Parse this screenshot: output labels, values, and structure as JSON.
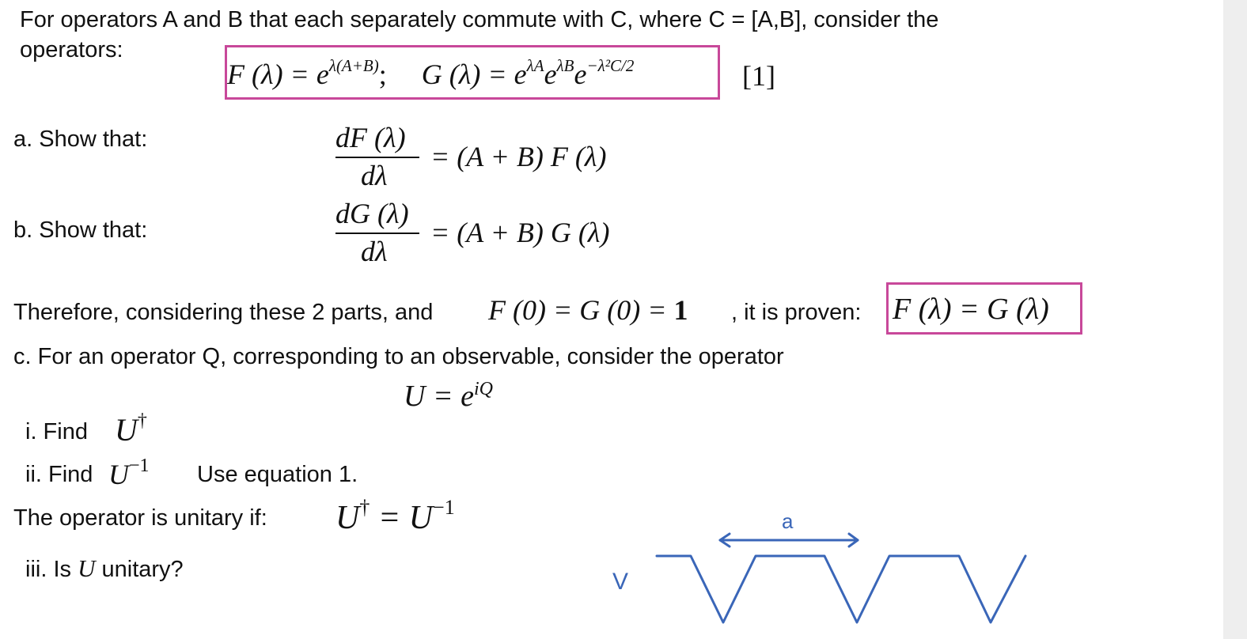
{
  "intro": {
    "line1": "For operators A and B that each separately commute with C, where C = [A,B], consider the",
    "line2": "operators:",
    "eq1": {
      "f_lhs": "F (λ) = e",
      "f_sup": "λ(A+B)",
      "sep": ";",
      "g_lhs": "G (λ) = e",
      "g_sup1": "λA",
      "g_mid1": "e",
      "g_sup2": "λB",
      "g_mid2": "e",
      "g_sup3": "−λ²C/2",
      "label": "[1]"
    }
  },
  "part_a": {
    "label": "a. Show that:",
    "num": "dF (λ)",
    "den": "dλ",
    "rhs": "= (A + B) F (λ)"
  },
  "part_b": {
    "label": "b. Show that:",
    "num": "dG (λ)",
    "den": "dλ",
    "rhs": "= (A + B) G (λ)"
  },
  "conclusion": {
    "text1": "Therefore, considering these 2 parts, and",
    "math": "F (0) = G (0) = ",
    "bold_one": "1",
    "text2": ", it is proven:",
    "boxed": "F (λ) = G (λ)"
  },
  "part_c": {
    "label": "c. For an operator Q, corresponding to an observable, consider the operator",
    "u_lhs": "U = e",
    "u_sup": "iQ",
    "i_label": "i. Find",
    "i_u": "U",
    "i_sup": "†",
    "ii_label": "ii. Find",
    "ii_u": "U",
    "ii_sup": "−1",
    "ii_note": "Use equation 1.",
    "unitary_text": "The operator is unitary if:",
    "unitary_lhs": "U",
    "unitary_sup1": "†",
    "unitary_mid": " = U",
    "unitary_sup2": "−1",
    "iii_label": "iii. Is",
    "iii_u": "U",
    "iii_rest": "unitary?"
  },
  "sketch": {
    "potential_label": "V",
    "width_label": "a",
    "ink_color": "#3a66b8"
  },
  "colors": {
    "box": "#c8489a",
    "text": "#111111"
  }
}
